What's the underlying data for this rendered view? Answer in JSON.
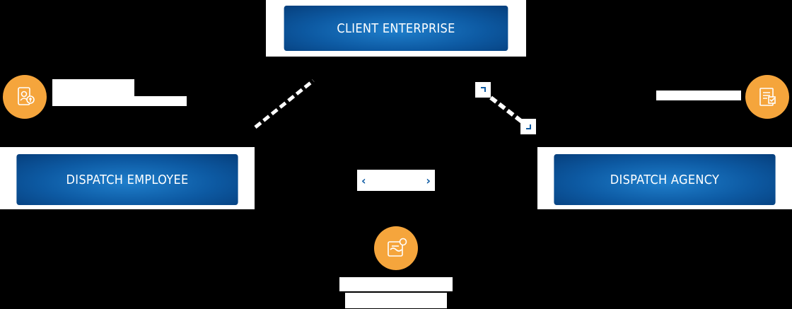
{
  "nodes": {
    "client": "CLIENT ENTERPRISE",
    "employee": "DISPATCH EMPLOYEE",
    "agency": "DISPATCH AGENCY"
  },
  "icons": {
    "left": "id-card-icon",
    "right": "contract-document-icon",
    "bottom": "handshake-document-icon"
  },
  "colors": {
    "box_blue": "#0d5aa3",
    "badge_orange": "#f5a53c",
    "background": "#000000"
  }
}
